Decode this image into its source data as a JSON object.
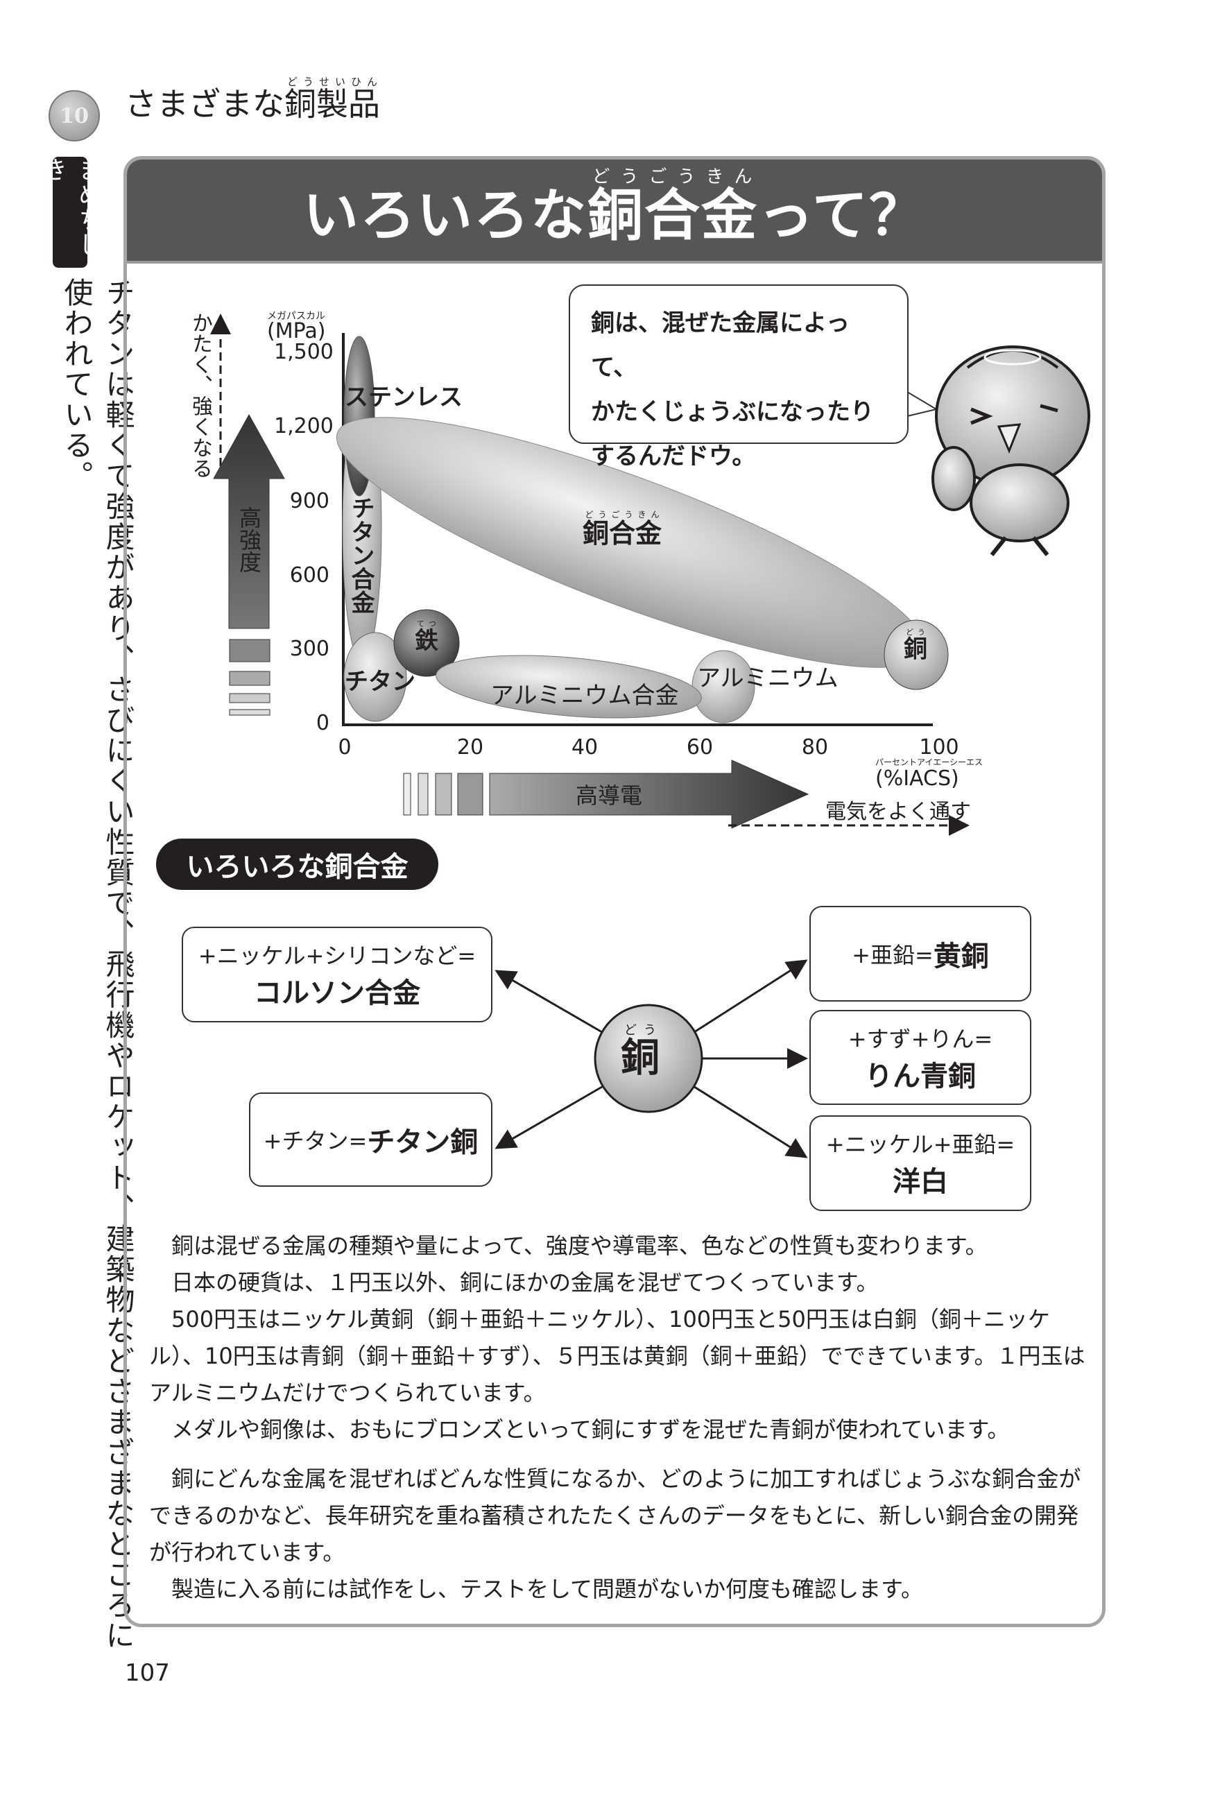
{
  "header": {
    "coin_label": "10",
    "title": "さまざまな銅製品",
    "title_ruby_base": "銅製品",
    "title_ruby": "どうせいひん",
    "title_prefix": "さまざまな"
  },
  "sidebar": {
    "tab_label": "まめちしき",
    "note": "チタンは軽くて強度があり、さびにくい性質で、飛行機やロケット、建築物などさまざまなところに使われている。"
  },
  "main": {
    "title_prefix": "いろいろな",
    "title_base": "銅合金",
    "title_ruby": "どうごうきん",
    "title_suffix": "って？",
    "chart": {
      "y_unit_ruby": "メガパスカル",
      "y_unit": "(MPa)",
      "y_ticks": [
        "0",
        "300",
        "600",
        "900",
        "1,200",
        "1,500"
      ],
      "x_ticks": [
        "0",
        "20",
        "40",
        "60",
        "80",
        "100"
      ],
      "x_unit_ruby": "パーセントアイエーシーエス",
      "x_unit": "(%IACS)",
      "y_direction": "かたく、強くなる",
      "y_arrow_label": "高強度",
      "x_arrow_label": "高導電",
      "x_direction": "電気をよく通す",
      "labels": {
        "stainless": "ステンレス",
        "titanium_alloy": "チタン合金",
        "copper_alloy": "銅合金",
        "copper_alloy_ruby": "どうごうきん",
        "iron": "鉄",
        "iron_ruby": "てつ",
        "titanium": "チタン",
        "aluminum_alloy": "アルミニウム合金",
        "aluminum": "アルミニウム",
        "copper": "銅",
        "copper_ruby": "どう"
      }
    },
    "bubble": [
      "銅は、混ぜた金属によって、",
      "かたくじょうぶになったり",
      "するんだドウ。"
    ],
    "section_pill": "いろいろな銅合金",
    "diagram": {
      "center": "銅",
      "center_ruby": "どう",
      "boxes": [
        {
          "formula": "+ニッケル+シリコンなど=",
          "result": "コルソン合金"
        },
        {
          "formula": "+チタン=",
          "result": "チタン銅"
        },
        {
          "formula": "+亜鉛=",
          "result": "黄銅"
        },
        {
          "formula": "+すず+りん=",
          "result": "りん青銅"
        },
        {
          "formula": "+ニッケル+亜鉛=",
          "result": "洋白"
        }
      ]
    },
    "paragraphs": [
      "銅は混ぜる金属の種類や量によって、強度や導電率、色などの性質も変わります。",
      "日本の硬貨は、１円玉以外、銅にほかの金属を混ぜてつくっています。",
      "500円玉はニッケル黄銅（銅＋亜鉛＋ニッケル）、100円玉と50円玉は白銅（銅＋ニッケル）、10円玉は青銅（銅＋亜鉛＋すず）、５円玉は黄銅（銅＋亜鉛）でできています。１円玉はアルミニウムだけでつくられています。",
      "メダルや銅像は、おもにブロンズといって銅にすずを混ぜた青銅が使われています。",
      "銅にどんな金属を混ぜればどんな性質になるか、どのように加工すればじょうぶな銅合金ができるのかなど、長年研究を重ね蓄積されたたくさんのデータをもとに、新しい銅合金の開発が行われています。",
      "製造に入る前には試作をし、テストをして問題がないか何度も確認します。"
    ]
  },
  "page_number": "107"
}
